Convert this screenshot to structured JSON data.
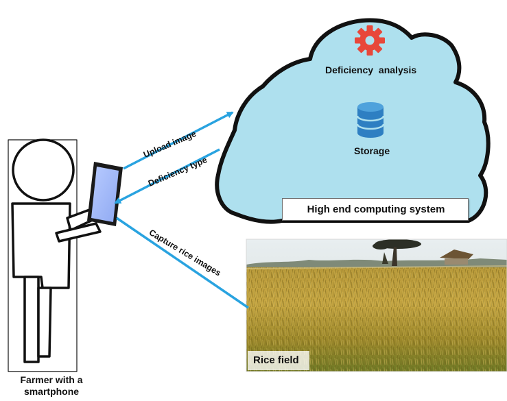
{
  "cloud": {
    "analysis_label": "Deficiency  analysis",
    "storage_label": "Storage",
    "system_label": "High end computing system",
    "icons": [
      "gear-icon",
      "database-icon"
    ],
    "fill": "#aee0ee",
    "accent": "#e8473a",
    "storage_icon_color": "#2e7fc2"
  },
  "arrows": {
    "upload": "Upload image",
    "deficiency": "Deficiency type",
    "capture": "Capture rice images",
    "color": "#29a3e0"
  },
  "field": {
    "label": "Rice field"
  },
  "farmer": {
    "label": "Farmer with a smartphone"
  }
}
